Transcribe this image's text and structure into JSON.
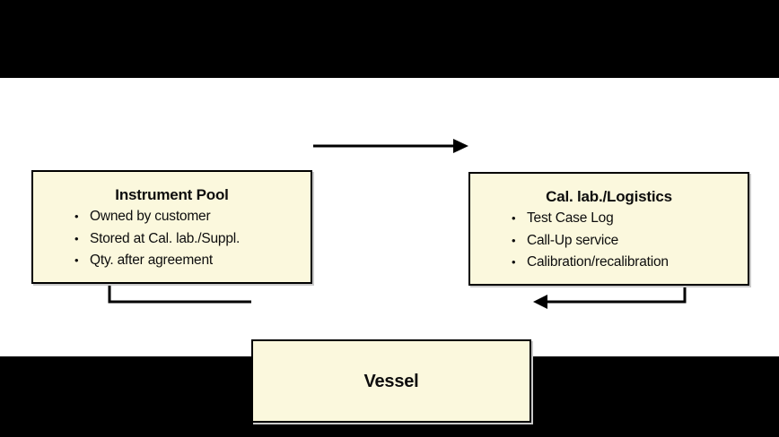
{
  "slide": {
    "background_color": "#000000",
    "content_background_color": "#ffffff",
    "box_fill_color": "#FBF8DD",
    "box_border_color": "#000000",
    "arrow_color": "#000000",
    "bullet_char": "•"
  },
  "diagram": {
    "nodes": [
      {
        "id": "instrument-pool",
        "title": "Instrument Pool",
        "bullets": [
          "Owned by customer",
          "Stored at Cal. lab./Suppl.",
          "Qty. after agreement"
        ]
      },
      {
        "id": "cal-lab-logistics",
        "title": "Cal. lab./Logistics",
        "bullets": [
          "Test Case Log",
          "Call-Up service",
          "Calibration/recalibration"
        ]
      },
      {
        "id": "vessel",
        "title": "Vessel",
        "bullets": []
      }
    ],
    "edges": [
      {
        "from": "instrument-pool",
        "to": "cal-lab-logistics",
        "direction": "right"
      },
      {
        "from": "cal-lab-logistics",
        "to": "vessel",
        "direction": "down-left"
      },
      {
        "from": "vessel",
        "to": "instrument-pool",
        "direction": "left-up"
      }
    ]
  }
}
